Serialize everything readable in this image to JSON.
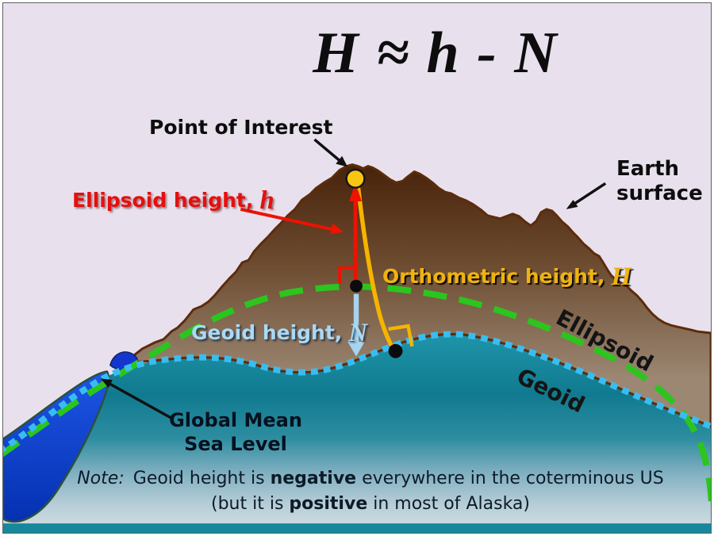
{
  "figure": {
    "title_formula": "H ≈ h - N",
    "labels": {
      "point_of_interest": "Point of Interest",
      "earth_surface_line1": "Earth",
      "earth_surface_line2": "surface",
      "ellipsoid_height": {
        "text": "Ellipsoid height,",
        "symbol": "h"
      },
      "orthometric_height": {
        "text": "Orthometric height,",
        "symbol": "H"
      },
      "geoid_height": {
        "text": "Geoid height,",
        "symbol": "N"
      },
      "ellipsoid_surface": "Ellipsoid",
      "geoid_surface": "Geoid",
      "global_mean_sea_level_line1": "Global Mean",
      "global_mean_sea_level_line2": "Sea Level"
    },
    "note": {
      "prefix": "Note:",
      "line1_a": "Geoid height is ",
      "line1_bold": "negative",
      "line1_b": " everywhere in the coterminous US",
      "line2_a": "(but it is ",
      "line2_bold": "positive",
      "line2_b": " in most of Alaska)"
    },
    "colors": {
      "sky_lavender": "#e8e1ed",
      "mountain_dark_brown": "#47220a",
      "mountain_light_taupe": "#9c8773",
      "mountain_outline": "#5d2c0c",
      "sea_teal": "#117b90",
      "sea_fade_light": "#c8d8df",
      "deep_ocean_blue": "#1440cc",
      "ellipsoid_line_green": "#2bc51e",
      "geoid_line_cyan": "#39bdf0",
      "ellipsoid_height_red": "#e60f0f",
      "orthometric_height_yellow": "#efb310",
      "geoid_height_lightblue": "#a9d9f6",
      "poi_dot_yellow": "#f9c513"
    }
  }
}
